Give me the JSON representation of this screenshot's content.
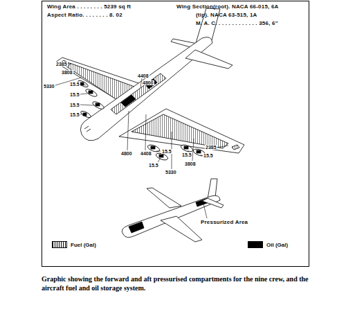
{
  "diagram": {
    "caption": "Graphic showing the forward and aft pressurised compartments for the nine crew, and the aircraft fuel and oil storage system.",
    "labels": [
      "Wing Area . . . . . . . . 5239 sq ft",
      "Aspect Ratio. . . . . . . . 8. 02",
      "Wing Section(root). NACA 66-015, 6A",
      "(tip). NACA 63-515, 1A",
      "M. A. C. . . . . . . . . . . . . 356, 6\"",
      "2385",
      "3808",
      "5330",
      "15.5",
      "15.5",
      "15.5",
      "15.5",
      "4408",
      "4800",
      "4800",
      "4408",
      "15.5",
      "15.5",
      "15.5",
      "15.5",
      "5330",
      "3808",
      "2385",
      "Pressurized Area"
    ],
    "legend": [
      {
        "text": "Fuel (Gal)"
      },
      {
        "text": "Oil (Gal)",
        "color": "#000000"
      }
    ]
  }
}
